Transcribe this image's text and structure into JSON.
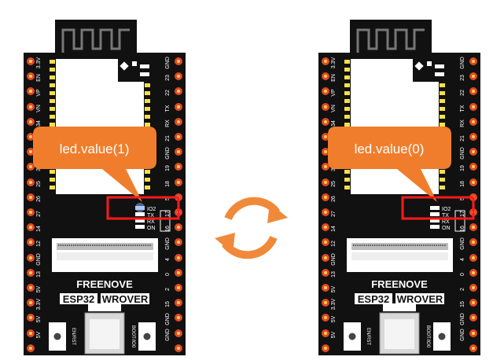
{
  "colors": {
    "board": "#111111",
    "pin": "#e0482c",
    "pin_hole": "#ffd640",
    "module_pad": "#f6e04a",
    "silk": "#ffffff",
    "callout": "#f07d2c",
    "highlight": "#ff1a1a",
    "cycle_arrows": "#f08a3a"
  },
  "board": {
    "left_pin_labels": [
      "3.3V",
      "EN",
      "VP",
      "VN",
      "34",
      "35",
      "32",
      "33",
      "25",
      "26",
      "27",
      "14",
      "12",
      "GND",
      "13",
      "5V",
      "3.3V",
      "5V",
      "5V"
    ],
    "right_pin_labels": [
      "GND",
      "23",
      "22",
      "TX",
      "RX",
      "21",
      "GND",
      "19",
      "18",
      "5",
      "17",
      "16",
      "GND",
      "4",
      "0",
      "2",
      "15",
      "GND",
      "GND"
    ],
    "led_labels": [
      "IO2",
      "TX",
      "RX",
      "ON"
    ],
    "brand_line1": "FREENOVE",
    "brand_line2_a": "ESP32",
    "brand_line2_b": "WROVER",
    "button_left_label": "EN/RST",
    "button_right_label": "BOOT/IO0"
  },
  "left_panel": {
    "callout_text": "led.value(1)",
    "led_on": true
  },
  "right_panel": {
    "callout_text": "led.value(0)",
    "led_on": false
  },
  "center": {
    "icon": "refresh-cycle-icon"
  }
}
